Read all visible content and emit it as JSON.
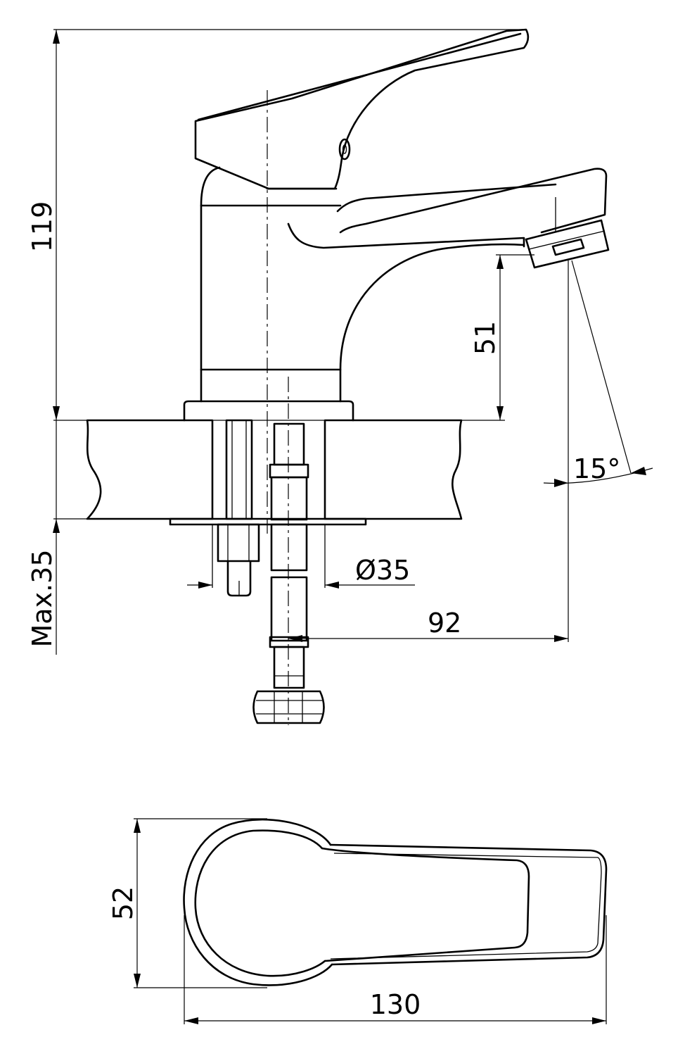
{
  "dimensions": {
    "height_total": "119",
    "spout_height": "51",
    "angle": "15°",
    "max_thickness": "Max.35",
    "hole_diameter": "Ø35",
    "spout_reach": "92",
    "top_width": "52",
    "top_length": "130"
  },
  "colors": {
    "line": "#000000",
    "background": "#ffffff"
  }
}
